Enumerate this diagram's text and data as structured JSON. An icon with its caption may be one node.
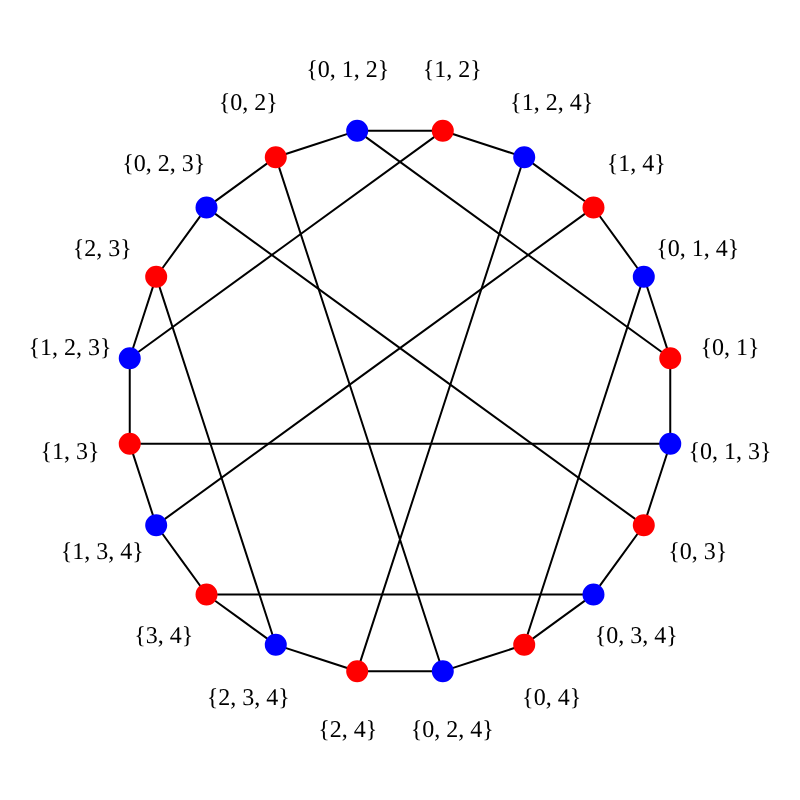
{
  "diagram": {
    "nodes": [
      {
        "text": [],
        "shape": "circle",
        "beside": [
          "{0, 1, 2}"
        ]
      },
      {
        "text": [],
        "shape": "circle",
        "beside": [
          "{1, 2}"
        ]
      },
      {
        "text": [],
        "shape": "circle",
        "beside": [
          "{1, 2, 4}"
        ]
      },
      {
        "text": [],
        "shape": "circle",
        "beside": [
          "{1, 4}"
        ]
      },
      {
        "text": [],
        "shape": "circle",
        "beside": [
          "{0, 1, 4}"
        ]
      },
      {
        "text": [],
        "shape": "circle",
        "beside": [
          "{0, 1}"
        ]
      },
      {
        "text": [],
        "shape": "circle",
        "beside": [
          "{0, 1, 3}"
        ]
      },
      {
        "text": [],
        "shape": "circle",
        "beside": [
          "{0, 3}"
        ]
      },
      {
        "text": [],
        "shape": "circle",
        "beside": [
          "{0, 3, 4}"
        ]
      },
      {
        "text": [],
        "shape": "circle",
        "beside": [
          "{0, 4}"
        ]
      },
      {
        "text": [],
        "shape": "circle",
        "beside": [
          "{0, 2, 4}"
        ]
      },
      {
        "text": [],
        "shape": "circle",
        "beside": [
          "{2, 4}"
        ]
      },
      {
        "text": [],
        "shape": "circle",
        "beside": [
          "{2, 3, 4}"
        ]
      },
      {
        "text": [],
        "shape": "circle",
        "beside": [
          "{3, 4}"
        ]
      },
      {
        "text": [],
        "shape": "circle",
        "beside": [
          "{1, 3, 4}"
        ]
      },
      {
        "text": [],
        "shape": "circle",
        "beside": [
          "{1, 3}"
        ]
      },
      {
        "text": [],
        "shape": "circle",
        "beside": [
          "{1, 2, 3}"
        ]
      },
      {
        "text": [],
        "shape": "circle",
        "beside": [
          "{2, 3}"
        ]
      },
      {
        "text": [],
        "shape": "circle",
        "beside": [
          "{0, 2, 3}"
        ]
      },
      {
        "text": [],
        "shape": "circle",
        "beside": [
          "{0, 2}"
        ]
      }
    ],
    "edges": [
      {
        "from": 0,
        "to": 1,
        "arrow": "none"
      },
      {
        "from": 1,
        "to": 2,
        "arrow": "none"
      },
      {
        "from": 2,
        "to": 3,
        "arrow": "none"
      },
      {
        "from": 3,
        "to": 4,
        "arrow": "none"
      },
      {
        "from": 4,
        "to": 5,
        "arrow": "none"
      },
      {
        "from": 5,
        "to": 6,
        "arrow": "none"
      },
      {
        "from": 6,
        "to": 7,
        "arrow": "none"
      },
      {
        "from": 7,
        "to": 8,
        "arrow": "none"
      },
      {
        "from": 8,
        "to": 9,
        "arrow": "none"
      },
      {
        "from": 9,
        "to": 10,
        "arrow": "none"
      },
      {
        "from": 10,
        "to": 11,
        "arrow": "none"
      },
      {
        "from": 11,
        "to": 12,
        "arrow": "none"
      },
      {
        "from": 12,
        "to": 13,
        "arrow": "none"
      },
      {
        "from": 13,
        "to": 14,
        "arrow": "none"
      },
      {
        "from": 14,
        "to": 15,
        "arrow": "none"
      },
      {
        "from": 15,
        "to": 16,
        "arrow": "none"
      },
      {
        "from": 16,
        "to": 17,
        "arrow": "none"
      },
      {
        "from": 17,
        "to": 18,
        "arrow": "none"
      },
      {
        "from": 18,
        "to": 19,
        "arrow": "none"
      },
      {
        "from": 19,
        "to": 0,
        "arrow": "none"
      },
      {
        "from": 0,
        "to": 5,
        "arrow": "none"
      },
      {
        "from": 1,
        "to": 16,
        "arrow": "none"
      },
      {
        "from": 2,
        "to": 11,
        "arrow": "none"
      },
      {
        "from": 3,
        "to": 14,
        "arrow": "none"
      },
      {
        "from": 4,
        "to": 9,
        "arrow": "none"
      },
      {
        "from": 6,
        "to": 15,
        "arrow": "none"
      },
      {
        "from": 7,
        "to": 18,
        "arrow": "none"
      },
      {
        "from": 8,
        "to": 13,
        "arrow": "none"
      },
      {
        "from": 10,
        "to": 19,
        "arrow": "none"
      },
      {
        "from": 12,
        "to": 17,
        "arrow": "none"
      }
    ]
  }
}
